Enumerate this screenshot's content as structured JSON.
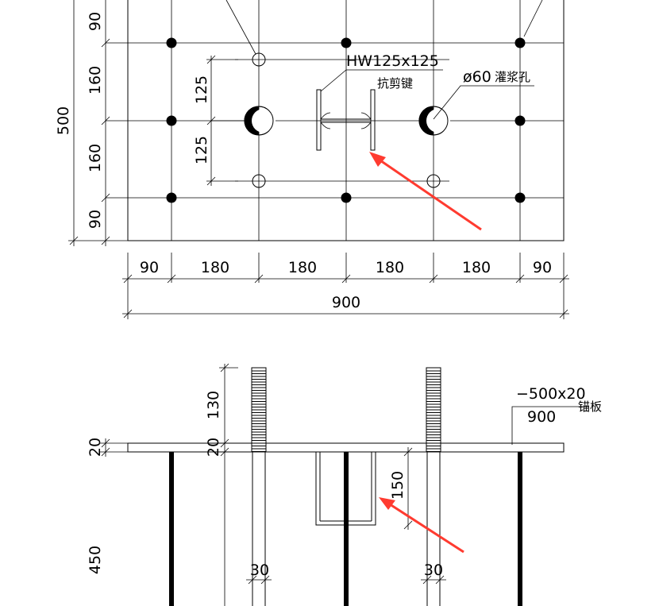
{
  "plan": {
    "vertical_dims": [
      "90",
      "160",
      "160",
      "90"
    ],
    "total_height": "500",
    "inner_dims": [
      "125",
      "125"
    ],
    "horizontal_dims": [
      "90",
      "180",
      "180",
      "180",
      "180",
      "90"
    ],
    "total_width": "900",
    "shear_key_label": "HW125x125",
    "shear_key_cn": "抗剪键",
    "grout_hole_label": "ø60",
    "grout_hole_cn": "灌浆孔"
  },
  "section": {
    "bolt_projection": "130",
    "plate_thickness_left": "20",
    "plate_thickness_right": "20",
    "embed_depth": "450",
    "key_depth": "150",
    "bolt_dia_left": "30",
    "bolt_dia_right": "30",
    "plate_spec_top": "−500x20",
    "plate_spec_bottom": "900",
    "plate_cn": "锚板"
  },
  "colors": {
    "arrow": "#ff3b30",
    "line": "#000000"
  }
}
